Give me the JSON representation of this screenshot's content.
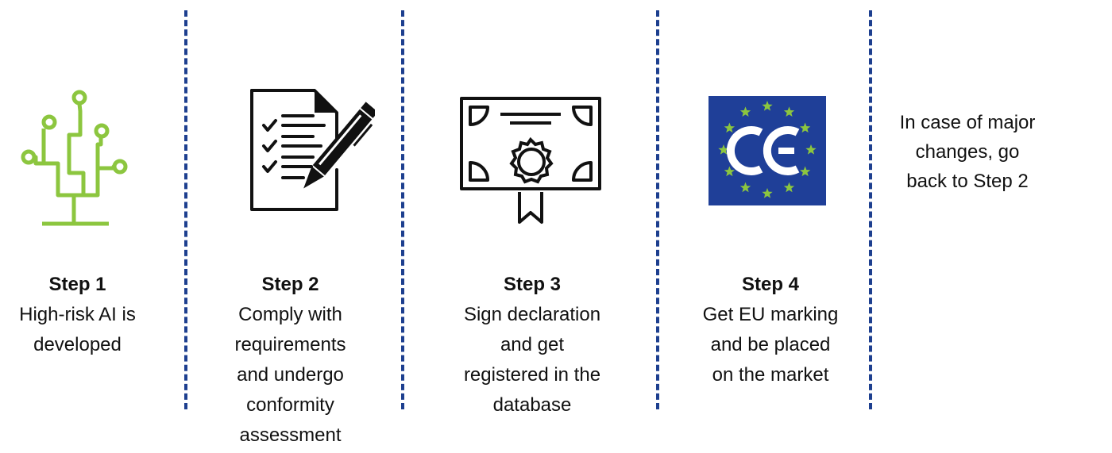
{
  "colors": {
    "divider": "#1d3f8f",
    "ai_icon": "#8cc63f",
    "eu_flag_bg": "#1f3f98",
    "eu_star": "#8cc63f",
    "icon_stroke": "#111111"
  },
  "steps": [
    {
      "title": "Step 1",
      "description": [
        "High-risk AI is",
        "developed"
      ],
      "icon": "circuit-tree-icon"
    },
    {
      "title": "Step 2",
      "description": [
        "Comply with",
        "requirements",
        "and undergo",
        "conformity",
        "assessment"
      ],
      "icon": "checklist-pen-icon"
    },
    {
      "title": "Step 3",
      "description": [
        "Sign declaration",
        "and get",
        "registered in the",
        "database"
      ],
      "icon": "certificate-icon"
    },
    {
      "title": "Step 4",
      "description": [
        "Get EU marking",
        "and be placed",
        "on the market"
      ],
      "icon": "ce-marking-icon"
    }
  ],
  "note": {
    "lines": [
      "In case of major",
      "changes, go",
      "back to Step 2"
    ]
  }
}
